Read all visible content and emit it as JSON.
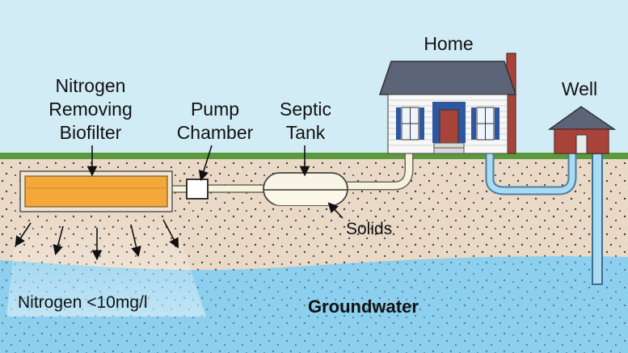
{
  "labels": {
    "biofilter_line1": "Nitrogen",
    "biofilter_line2": "Removing",
    "biofilter_line3": "Biofilter",
    "pump_line1": "Pump",
    "pump_line2": "Chamber",
    "septic_line1": "Septic",
    "septic_line2": "Tank",
    "home": "Home",
    "well": "Well",
    "solids": "Solids",
    "nitrogen_level": "Nitrogen <10mg/l",
    "groundwater": "Groundwater"
  },
  "colors": {
    "sky": "#d2ecf6",
    "grass": "#5a9a3c",
    "soil": "#ead9c6",
    "groundwater": "#8ccfee",
    "biofilter": "#f4a83a",
    "house_roof": "#5b6577",
    "house_door": "#a8433a",
    "house_shutter": "#2e57a0",
    "well_house": "#a8433a"
  }
}
